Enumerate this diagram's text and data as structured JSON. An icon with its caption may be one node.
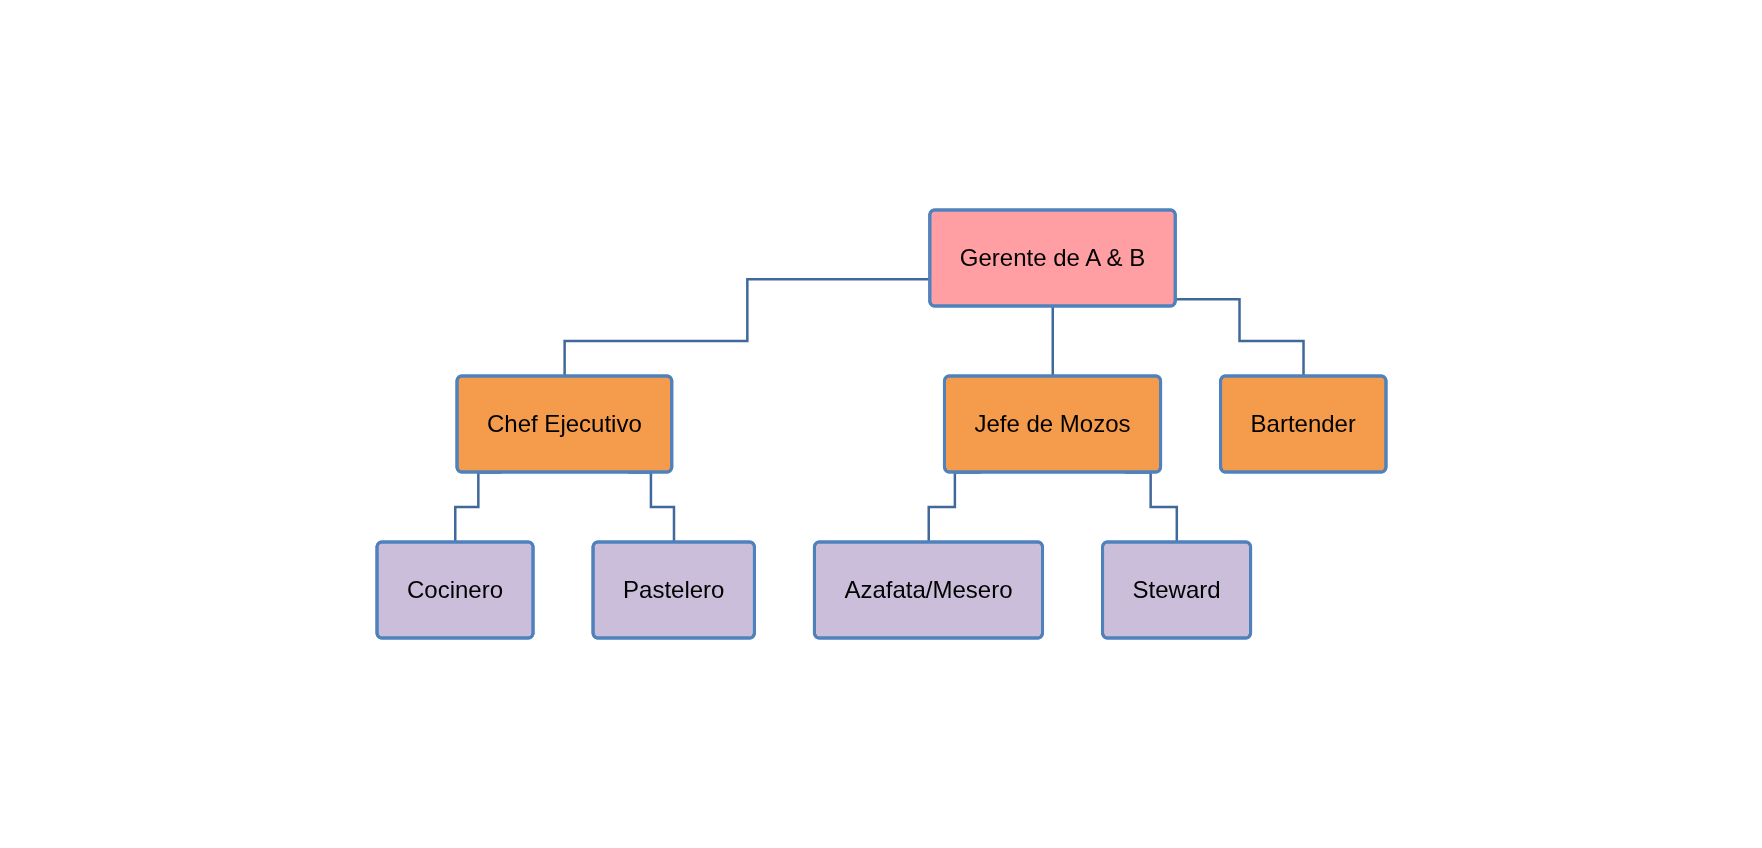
{
  "diagram": {
    "nodes": [
      {
        "text": [
          "Gerente de A & B"
        ]
      },
      {
        "text": [
          "Chef Ejecutivo"
        ]
      },
      {
        "text": [
          "Jefe de Mozos"
        ]
      },
      {
        "text": [
          "Bartender"
        ]
      },
      {
        "text": [
          "Cocinero"
        ]
      },
      {
        "text": [
          "Pastelero"
        ]
      },
      {
        "text": [
          "Azafata/Mesero"
        ]
      },
      {
        "text": [
          "Steward"
        ]
      }
    ],
    "edges": [
      {
        "from": 0,
        "to": 1,
        "arrow": "none"
      },
      {
        "from": 0,
        "to": 2,
        "arrow": "none"
      },
      {
        "from": 0,
        "to": 3,
        "arrow": "none"
      },
      {
        "from": 1,
        "to": 4,
        "arrow": "none"
      },
      {
        "from": 1,
        "to": 5,
        "arrow": "none"
      },
      {
        "from": 2,
        "to": 6,
        "arrow": "none"
      },
      {
        "from": 2,
        "to": 7,
        "arrow": "none"
      }
    ]
  }
}
